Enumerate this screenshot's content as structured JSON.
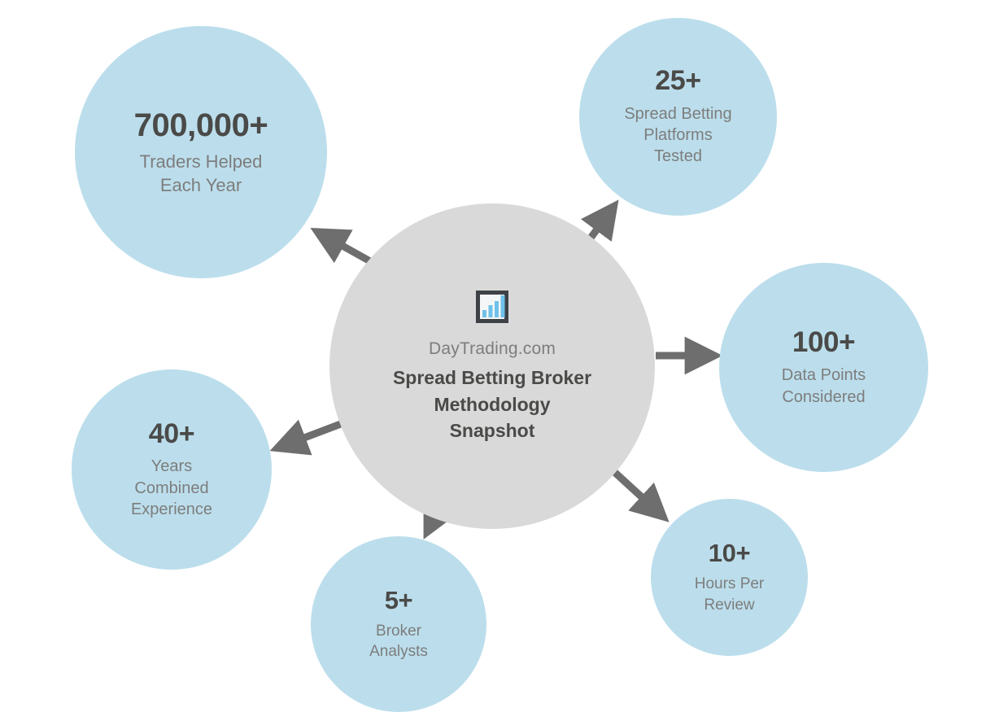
{
  "hub": {
    "icon": "bar-chart-icon",
    "brand": "DayTrading.com",
    "title": "Spread Betting Broker Methodology Snapshot",
    "background_color": "#d9d9d9"
  },
  "colors": {
    "page_background": "#ffffff",
    "bubble_fill": "#bcdeec",
    "hub_fill": "#d9d9d9",
    "arrow": "#6e6e6e",
    "value_text": "#4a4a48",
    "label_text": "#7d7d7d",
    "icon_frame": "#3e4146",
    "icon_bar": "#6fc2ea"
  },
  "stats": [
    {
      "id": "traders-helped",
      "value": "700,000+",
      "label": "Traders Helped Each Year",
      "label_lines": [
        "Traders Helped",
        "Each Year"
      ]
    },
    {
      "id": "platforms-tested",
      "value": "25+",
      "label": "Spread Betting Platforms Tested",
      "label_lines": [
        "Spread Betting",
        "Platforms",
        "Tested"
      ]
    },
    {
      "id": "data-points",
      "value": "100+",
      "label": "Data Points Considered",
      "label_lines": [
        "Data Points",
        "Considered"
      ]
    },
    {
      "id": "hours-per-review",
      "value": "10+",
      "label": "Hours Per Review",
      "label_lines": [
        "Hours Per",
        "Review"
      ]
    },
    {
      "id": "broker-analysts",
      "value": "5+",
      "label": "Broker Analysts",
      "label_lines": [
        "Broker",
        "Analysts"
      ]
    },
    {
      "id": "years-experience",
      "value": "40+",
      "label": "Years Combined Experience",
      "label_lines": [
        "Years",
        "Combined",
        "Experience"
      ]
    }
  ],
  "chart_data": {
    "type": "diagram",
    "title": "Spread Betting Broker Methodology Snapshot",
    "subtitle": "DayTrading.com",
    "layout": "hub-and-spoke radial, 6 satellites around 1 center hub",
    "categories": [
      "Traders Helped Each Year",
      "Spread Betting Platforms Tested",
      "Data Points Considered",
      "Hours Per Review",
      "Broker Analysts",
      "Years Combined Experience"
    ],
    "values": [
      700000,
      25,
      100,
      10,
      5,
      40
    ],
    "value_labels": [
      "700,000+",
      "25+",
      "100+",
      "10+",
      "5+",
      "40+"
    ],
    "legend": "none",
    "grid": false
  }
}
